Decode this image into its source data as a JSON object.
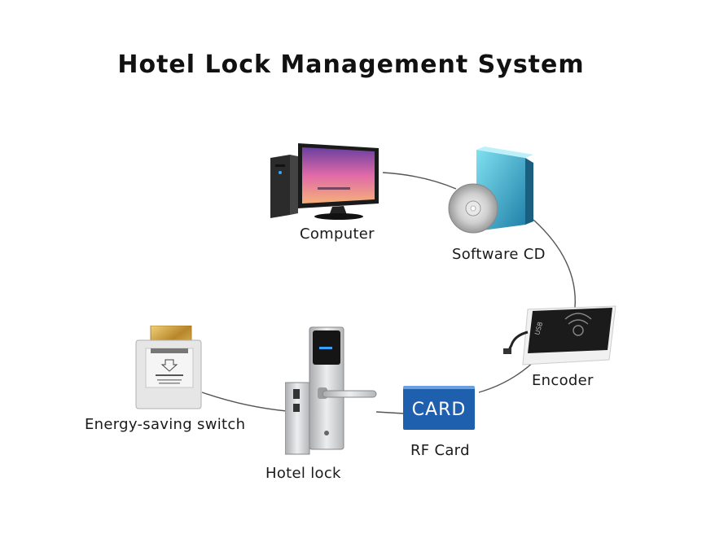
{
  "title": "Hotel Lock Management System",
  "nodes": {
    "computer": {
      "label": "Computer"
    },
    "software_cd": {
      "label": "Software CD"
    },
    "encoder": {
      "label": "Encoder"
    },
    "rf_card": {
      "label": "RF Card",
      "card_text": "CARD"
    },
    "hotel_lock": {
      "label": "Hotel lock"
    },
    "energy_switch": {
      "label": "Energy-saving switch"
    }
  },
  "colors": {
    "card_blue": "#1e5fae",
    "cd_box_teal": "#2fa6c9",
    "lock_silver": "#c9cbcd",
    "connector": "#555555"
  }
}
